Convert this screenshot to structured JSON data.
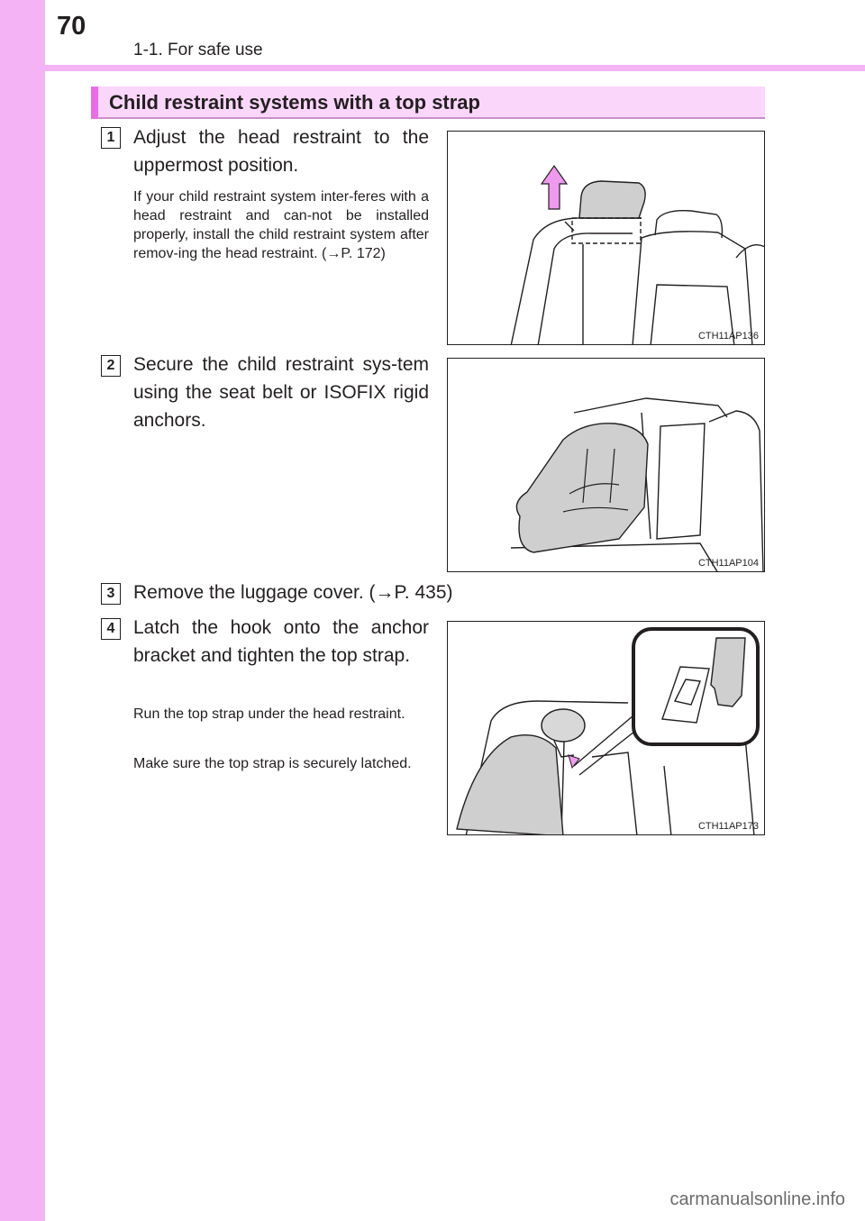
{
  "header": {
    "page_number": "70",
    "section_path": "1-1. For safe use"
  },
  "section": {
    "title": "Child restraint systems with a top strap"
  },
  "steps": [
    {
      "number": "1",
      "text": "Adjust the head restraint to the uppermost position.",
      "notes": [
        "If your child restraint system inter-feres with a head restraint and can-not be installed properly, install the child restraint system after remov-ing the head restraint. (→P. 172)"
      ],
      "figure_code": "CTH11AP136"
    },
    {
      "number": "2",
      "text": "Secure the child restraint sys-tem using the seat belt or ISOFIX rigid anchors.",
      "notes": [],
      "figure_code": "CTH11AP104"
    },
    {
      "number": "3",
      "text": "Remove the luggage cover. (→P. 435)",
      "notes": []
    },
    {
      "number": "4",
      "text": "Latch the hook onto the anchor bracket and tighten the top strap.",
      "notes": [
        "Run the top strap under the head restraint.",
        "Make sure the top strap is securely latched."
      ],
      "figure_code": "CTH11AP173"
    }
  ],
  "footer": {
    "watermark": "carmanualsonline.info"
  },
  "colors": {
    "accent_band": "#f4b3f4",
    "title_fill": "#fbd6fb",
    "title_accent": "#e66fe6",
    "arrow_fill": "#ee9aee",
    "seat_shade": "#cfcfcf"
  }
}
